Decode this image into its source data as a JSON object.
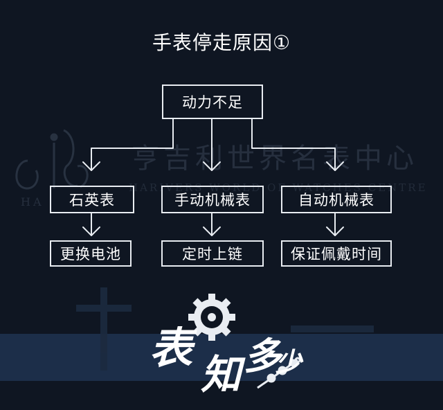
{
  "title": "手表停走原因①",
  "nodes": {
    "root": "动力不足",
    "quartz": "石英表",
    "manual": "手动机械表",
    "automatic": "自动机械表",
    "quartz_fix": "更换电池",
    "manual_fix": "定时上链",
    "automatic_fix": "保证佩戴时间"
  },
  "watermark": {
    "chinese": "亨吉利世界名表中心",
    "english": "HARIVERS WORLD OF WATCHES CENTRE",
    "english_short": "HA",
    "monogram": "hi"
  },
  "logo": {
    "part1": "表",
    "part2": "知",
    "part3": "多",
    "part4": "少"
  },
  "colors": {
    "background": "#0f1622",
    "line": "#e9edf2",
    "band": "#1f3350"
  }
}
